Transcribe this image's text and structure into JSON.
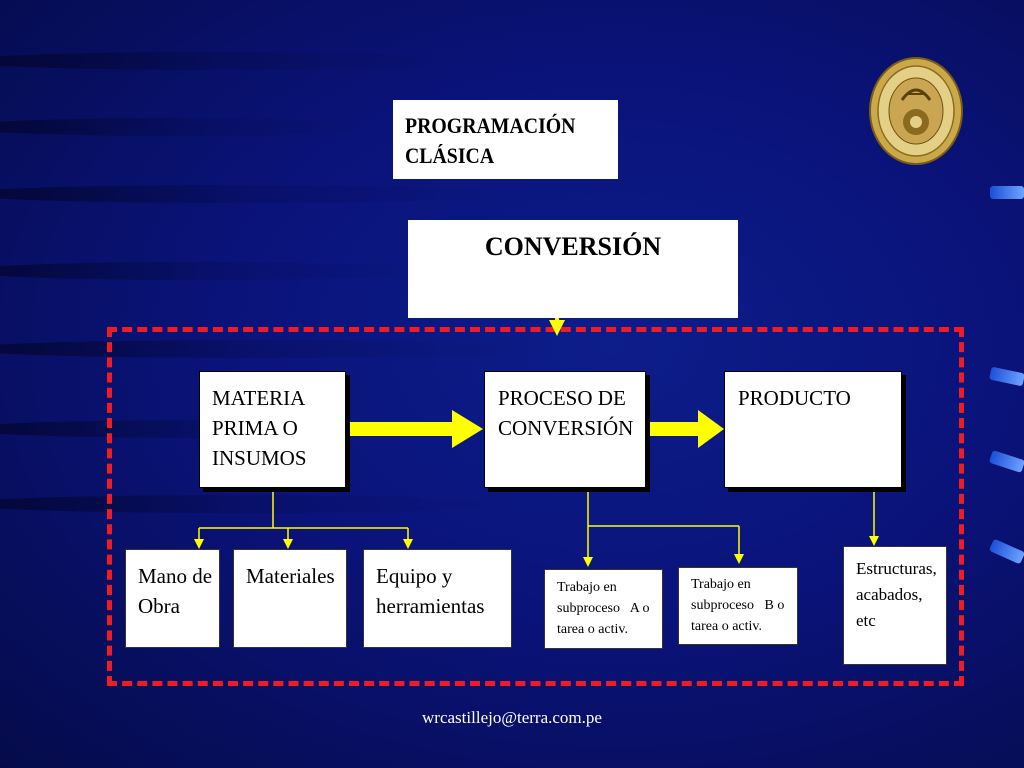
{
  "title": [
    "PROGRAMACIÓN",
    "CLÁSICA"
  ],
  "conversion": "CONVERSIÓN",
  "materia": [
    "MATERIA",
    "PRIMA O",
    "INSUMOS"
  ],
  "proceso": [
    "PROCESO DE",
    "CONVERSIÓN"
  ],
  "producto": "PRODUCTO",
  "mano_obra": [
    "Mano de",
    "Obra"
  ],
  "materiales": "Materiales",
  "equipo": [
    "Equipo y",
    "herramientas"
  ],
  "trabajo_a": [
    "Trabajo en",
    "subproceso   A o",
    "tarea o activ."
  ],
  "trabajo_b": [
    "Trabajo en",
    "subproceso   B o",
    "tarea o activ."
  ],
  "estructuras": [
    "Estructuras,",
    "acabados,",
    "etc"
  ],
  "footer": "wrcastillejo@terra.com.pe",
  "colors": {
    "background": "#0a137a",
    "dashed_border": "#ee1c24",
    "arrow": "#ffff00",
    "box": "#ffffff"
  }
}
